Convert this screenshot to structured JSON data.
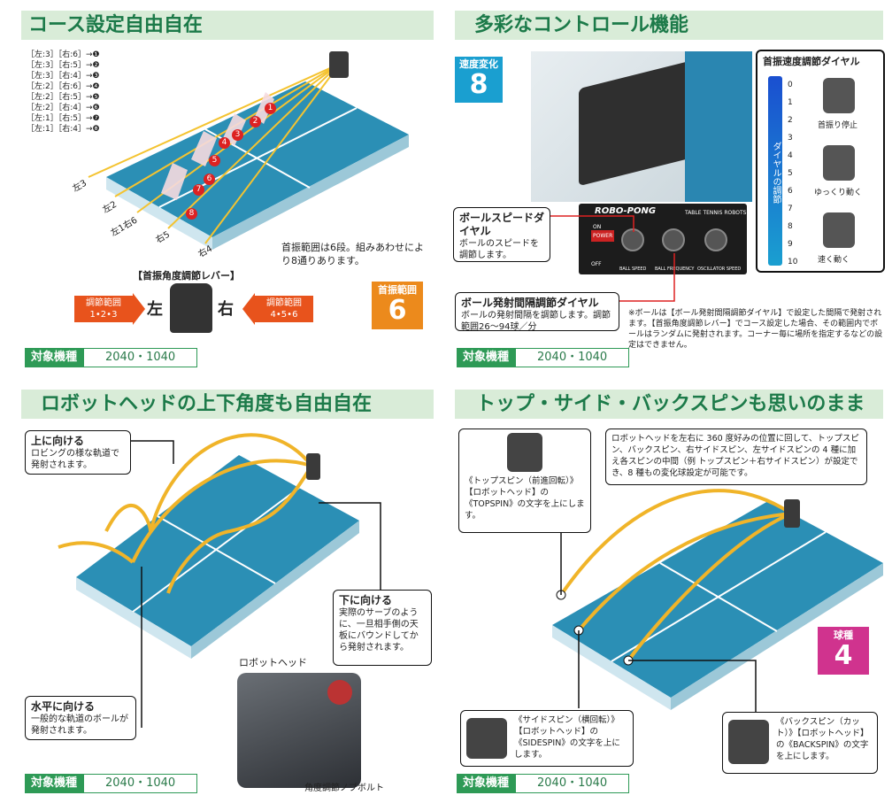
{
  "target": {
    "label": "対象機種",
    "models": "2040・1040"
  },
  "q1": {
    "title": "コース設定自由自在",
    "combos": [
      "［左:3］［右:6］→❶",
      "［左:3］［右:5］→❷",
      "［左:3］［右:4］→❸",
      "［左:2］［右:6］→❹",
      "［左:2］［右:5］→❺",
      "［左:2］［右:4］→❻",
      "［左:1］［右:5］→❼",
      "［左:1］［右:4］→❽"
    ],
    "positions": [
      "左3",
      "左2",
      "左1右6",
      "右5",
      "右4"
    ],
    "note": "首振範囲は6段。組みあわせにより8通りあります。",
    "lever_title": "【首振角度調節レバー】",
    "left_range": "調節範囲\n1•2•3",
    "right_range": "調節範囲\n4•5•6",
    "left": "左",
    "right": "右",
    "badge_label": "首振範囲",
    "badge_num": "6",
    "ball_nums": [
      "1",
      "2",
      "3",
      "4",
      "5",
      "6",
      "7",
      "8"
    ]
  },
  "q2": {
    "title": "多彩なコントロール機能",
    "badge_label": "速度変化",
    "badge_num": "8",
    "dial_title": "首振速度調節ダイヤル",
    "dial_vertical": "ダイヤルの調節",
    "scale": [
      "0",
      "1",
      "2",
      "3",
      "4",
      "5",
      "6",
      "7",
      "8",
      "9",
      "10"
    ],
    "modes": [
      "首振り停止",
      "ゆっくり動く",
      "速く動く"
    ],
    "speed_title": "ボールスピードダイヤル",
    "speed_desc": "ボールのスピードを調節します。",
    "interval_title": "ボール発射間隔調節ダイヤル",
    "interval_desc": "ボールの発射間隔を調節します。調節範囲26〜94球／分",
    "panel_brand": "ROBO-PONG",
    "panel_sub": "TABLE TENNIS ROBOTS",
    "panel_labels": [
      "BALL SPEED",
      "BALL FREQUENCY",
      "OSCILLATOR SPEED"
    ],
    "on": "ON",
    "off": "OFF",
    "power": "POWER",
    "note": "※ボールは【ボール発射間隔調節ダイヤル】で設定した間隔で発射されます。【首振角度調節レバー】でコース設定した場合、その範囲内でボールはランダムに発射されます。コーナー毎に場所を指定するなどの設定はできません。"
  },
  "q3": {
    "title": "ロボットヘッドの上下角度も自由自在",
    "up_title": "上に向ける",
    "up_desc": "ロビングの様な軌道で発射されます。",
    "down_title": "下に向ける",
    "down_desc": "実際のサーブのように、一旦相手側の天板にバウンドしてから発射されます。",
    "flat_title": "水平に向ける",
    "flat_desc": "一般的な軌道のボールが発射されます。",
    "head_label": "ロボットヘッド",
    "bolt_label": "角度調節ノブボルト"
  },
  "q4": {
    "title": "トップ・サイド・バックスピンも思いのまま",
    "intro": "ロボットヘッドを左右に 360 度好みの位置に回して、トップスピン、バックスピン、右サイドスピン、左サイドスピンの 4 種に加え各スピンの中間（例 トップスピン＋右サイドスピン）が設定でき、8 種もの変化球設定が可能です。",
    "top": "《トップスピン（前進回転）》【ロボットヘッド】の《TOPSPIN》の文字を上にします。",
    "side": "《サイドスピン（横回転）》【ロボットヘッド】の《SIDESPIN》の文字を上にします。",
    "back": "《バックスピン（カット）》【ロボットヘッド】の《BACKSPIN》の文字を上にします。",
    "badge_label": "球種",
    "badge_num": "4"
  }
}
